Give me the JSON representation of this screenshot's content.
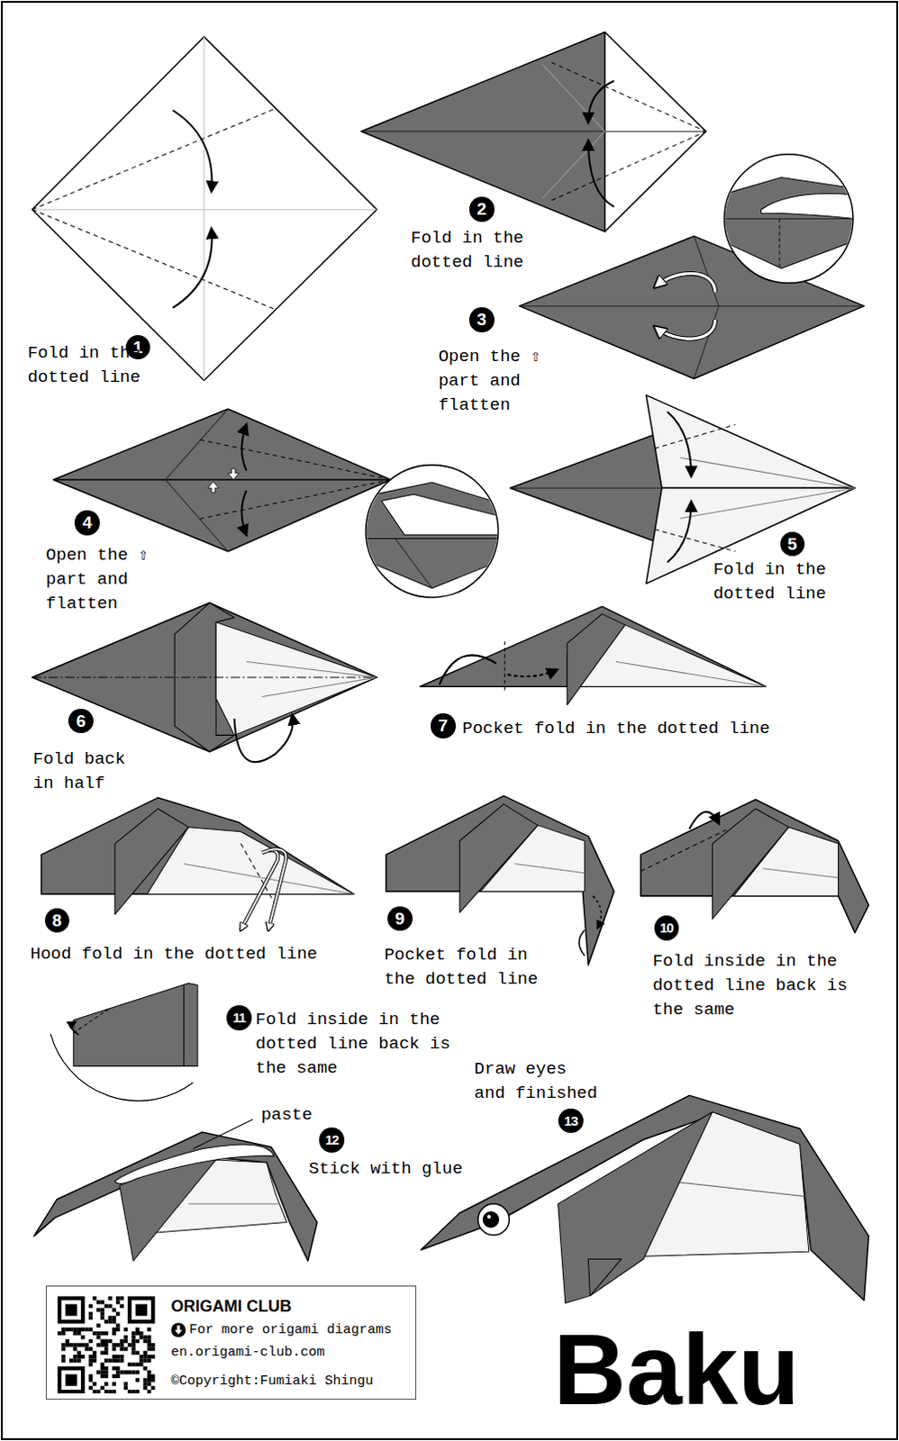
{
  "diagram": {
    "title": "Baku",
    "nodes": [
      {
        "text": [
          "1"
        ]
      },
      {
        "text": [
          "2"
        ]
      },
      {
        "text": [
          "3"
        ]
      },
      {
        "text": [
          "4"
        ]
      },
      {
        "text": [
          "5"
        ]
      },
      {
        "text": [
          "6"
        ]
      },
      {
        "text": [
          "7"
        ]
      },
      {
        "text": [
          "8"
        ]
      },
      {
        "text": [
          "9"
        ]
      },
      {
        "text": [
          "10"
        ]
      },
      {
        "text": [
          "11"
        ]
      },
      {
        "text": [
          "12"
        ]
      },
      {
        "text": [
          "13"
        ]
      },
      {
        "text": [
          "ORIGAMI CLUB",
          "For more origami diagrams",
          "en.origami-club.com",
          "©Copyright:Fumiaki Shingu"
        ]
      }
    ],
    "labels": [
      "Fold in the dotted line",
      "Fold in the dotted line",
      "Open the ⇧ part and flatten",
      "Open the ⇧ part and flatten",
      "Fold in the dotted line",
      "Fold back in half",
      "Pocket fold in the dotted line",
      "Hood fold in the dotted line",
      "Pocket fold in the dotted line",
      "Fold inside in the dotted line back is the same",
      "Fold inside in the dotted line back is the same",
      "paste",
      "Stick with glue",
      "Draw eyes and finished"
    ]
  }
}
